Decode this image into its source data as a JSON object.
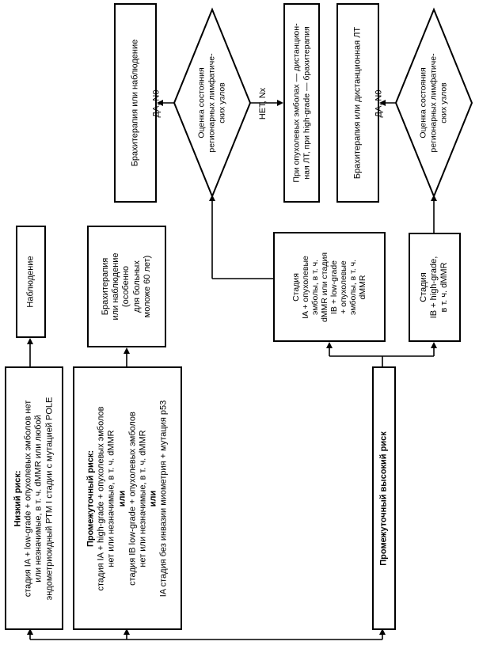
{
  "nodes": {
    "low_risk": {
      "title": "Низкий риск:",
      "line1": "стадия IA + low-grade + опухолевых эмболов нет",
      "line2": "или незначимые, в т. ч. dMMR или любой",
      "line3": "эндометриоидный РТМ I стадии с мутацией POLE"
    },
    "observation": {
      "text": "Наблюдение"
    },
    "intermediate_risk": {
      "title": "Промежуточный риск:",
      "line1": "стадия IA + high-grade + опухолевых эмболов",
      "line2": "нет или незначимые, в т. ч. dMMR",
      "or1": "или",
      "line3": "стадия IB low-grade + опухолевых эмболов",
      "line4": "нет или незначимые, в т. ч. dMMR",
      "or2": "или",
      "line5": "IA стадия без инвазии миометрия + мутация р53"
    },
    "brachy_or_obs_60": {
      "line1": "Брахитерапия",
      "line2": "или наблюдение",
      "line3": "(особенно",
      "line4": "для больных",
      "line5": "моложе 60 лет)"
    },
    "high_intermediate": {
      "text": "Промежуточный высокий риск"
    },
    "stage_ia_emboli": {
      "line1": "Стадия",
      "line2": "IA + опухолевые",
      "line3": "эмболы, в т. ч.",
      "line4": "dMMR или стадия",
      "line5": "IB + low-grade",
      "line6": "+ опухолевые",
      "line7": "эмболы, в т. ч.",
      "line8": "dMMR"
    },
    "stage_ib_high": {
      "line1": "Стадия",
      "line2": "IB + high-grade,",
      "line3": "в т. ч. dMMR"
    },
    "diamond_1": {
      "line1": "Оценка состояния",
      "line2": "регионарных лимфатиче-",
      "line3": "ских узлов"
    },
    "diamond_2": {
      "line1": "Оценка состояния",
      "line2": "регионарных лимфатиче-",
      "line3": "ских узлов"
    },
    "brachy_or_obs": {
      "text": "Брахитерапия или наблюдение"
    },
    "emboli_rt": {
      "line1": "При опухолевых эмболах — дистанцион-",
      "line2": "ная ЛТ, при high-grade — брахитерапия"
    },
    "brachy_or_ext": {
      "text": "Брахитерапия или дистанционная ЛТ"
    }
  },
  "labels": {
    "yes_n0_1": "ДА, N0",
    "no_nx": "НЕТ, Nx",
    "yes_n0_2": "ДА, N0"
  }
}
